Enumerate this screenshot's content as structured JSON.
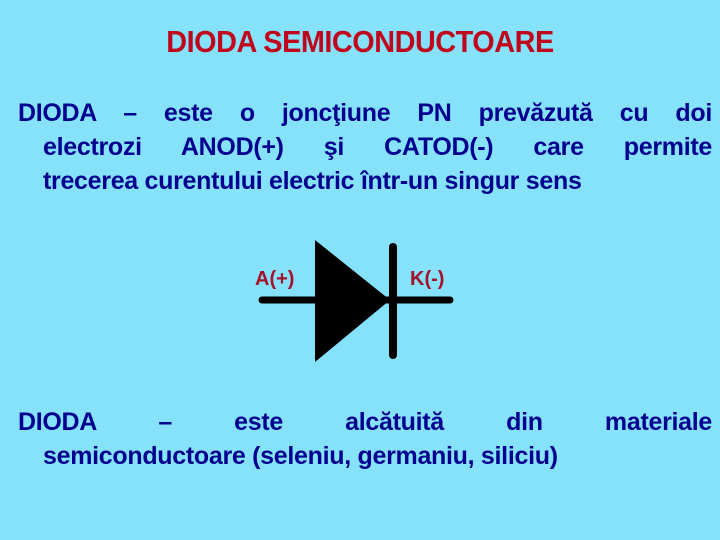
{
  "slide": {
    "title": "DIODA SEMICONDUCTOARE",
    "colors": {
      "background": "#86e2fa",
      "title": "#c0061d",
      "body_text": "#00008e",
      "labels": "#a5102a",
      "symbol": "#000000"
    },
    "paragraph1": {
      "line1": "DIODA – este o joncţiune PN prevăzută cu doi",
      "line2": "electrozi   ANOD(+) şi CATOD(-) care permite",
      "line3": "trecerea curentului electric într-un singur sens"
    },
    "diode_symbol": {
      "icon": "diode-symbol-icon",
      "anode_label": "A(+)",
      "cathode_label": "K(-)"
    },
    "paragraph2": {
      "line1": "DIODA – este alcătuită din materiale",
      "line2": "semiconductoare (seleniu, germaniu, siliciu)"
    }
  }
}
